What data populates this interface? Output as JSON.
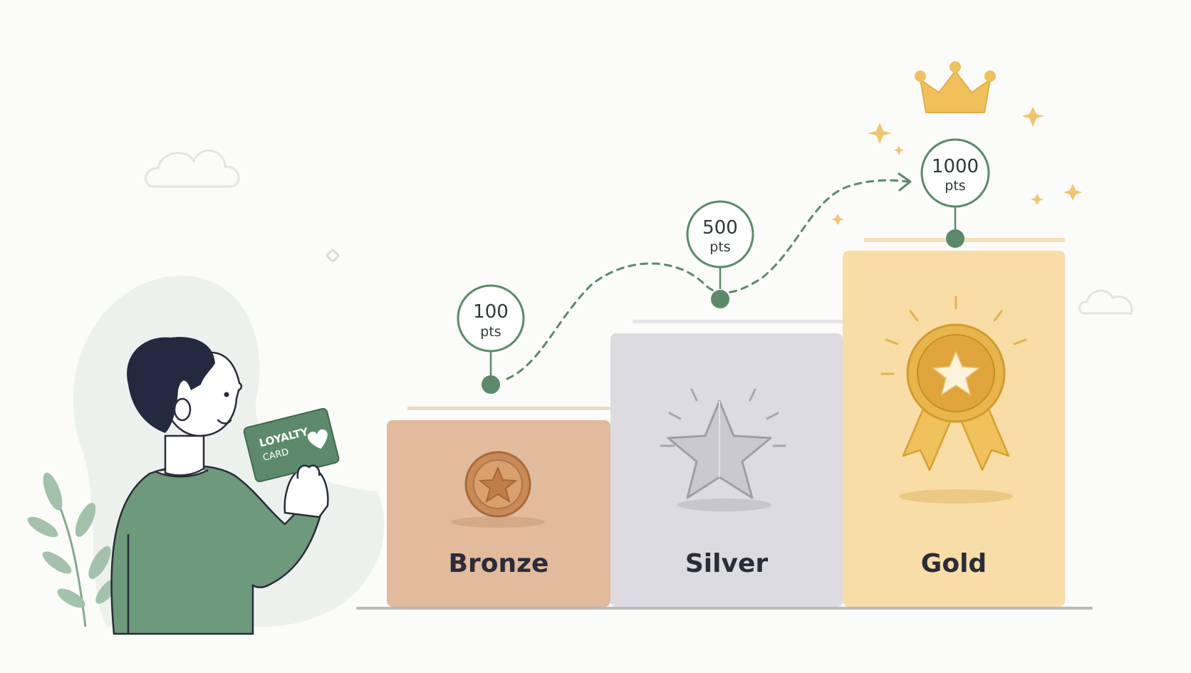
{
  "card": {
    "line1": "LOYALTY",
    "line2": "CARD"
  },
  "tiers": [
    {
      "name": "Bronze",
      "points": "100",
      "unit": "pts",
      "color": "#e1bb9c"
    },
    {
      "name": "Silver",
      "points": "500",
      "unit": "pts",
      "color": "#dcdce0"
    },
    {
      "name": "Gold",
      "points": "1000",
      "unit": "pts",
      "color": "#f8dda6"
    }
  ],
  "colors": {
    "accent_green": "#5a8a6a",
    "ink": "#2a2c3a",
    "gold": "#e7b54b",
    "bronze": "#c98a55",
    "silver": "#b9b9bf"
  },
  "icons": [
    "cloud-icon",
    "crown-icon",
    "sparkle-icon",
    "medal-icon",
    "star-icon",
    "coin-icon",
    "leaf-icon",
    "heart-icon"
  ]
}
